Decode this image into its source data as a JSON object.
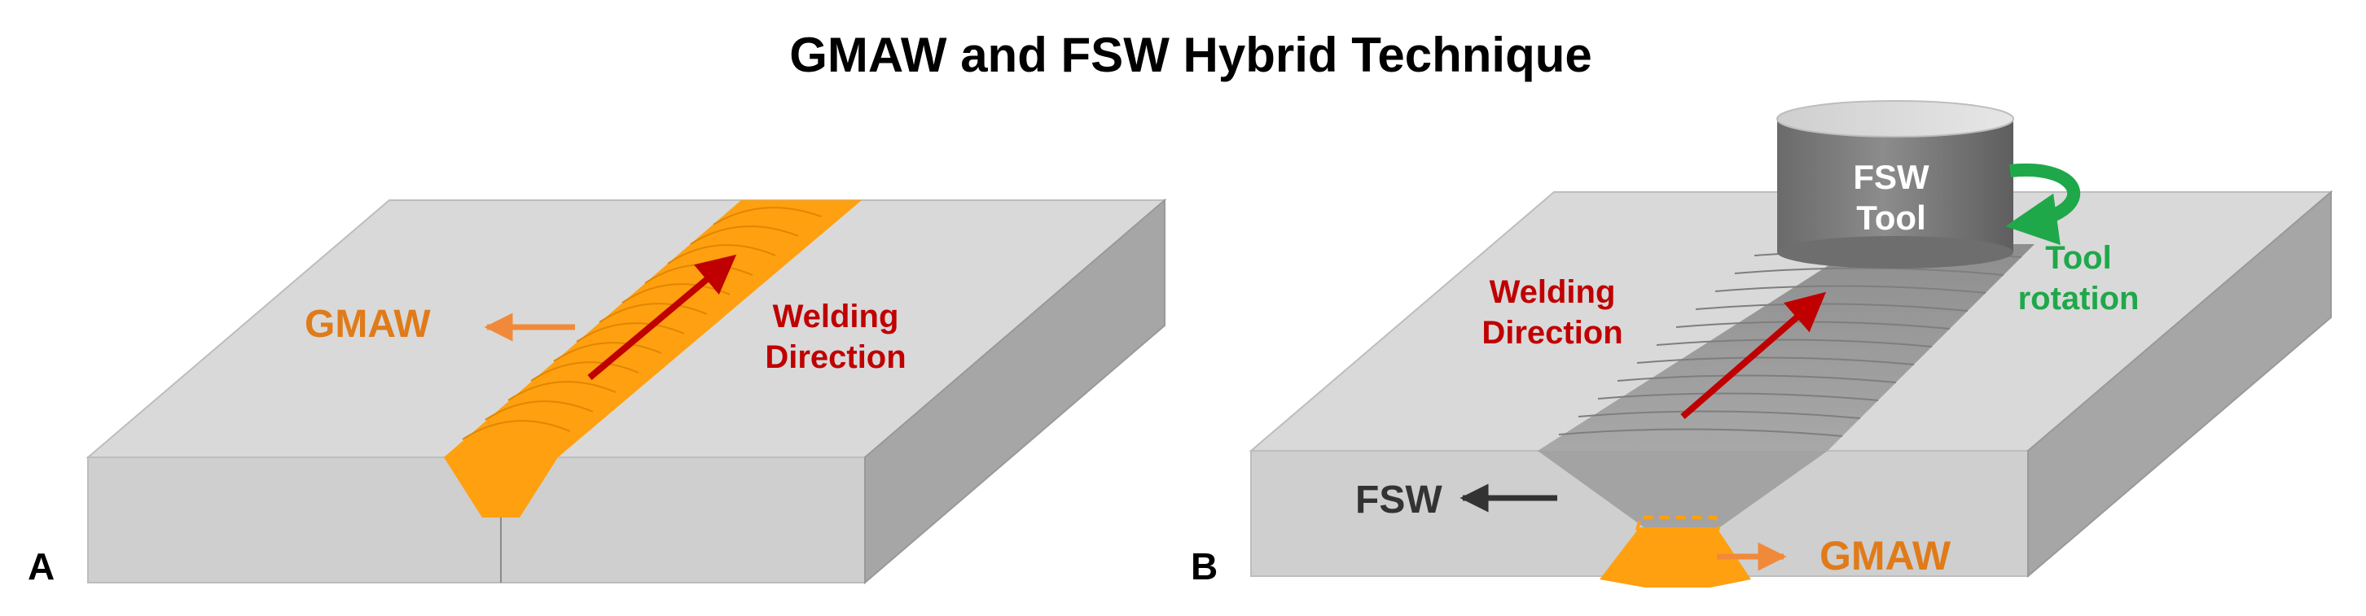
{
  "title": "GMAW and FSW Hybrid Technique",
  "panel_a": {
    "letter": "A",
    "process_label": "GMAW",
    "direction_label_line1": "Welding",
    "direction_label_line2": "Direction"
  },
  "panel_b": {
    "letter": "B",
    "tool_label_line1": "FSW",
    "tool_label_line2": "Tool",
    "rotation_label_line1": "Tool",
    "rotation_label_line2": "rotation",
    "direction_label_line1": "Welding",
    "direction_label_line2": "Direction",
    "fsw_label": "FSW",
    "gmaw_label": "GMAW"
  },
  "colors": {
    "plate_top": "#d9d9d9",
    "plate_front": "#cfcfcf",
    "plate_side": "#a6a6a6",
    "weld_orange": "#ffa010",
    "orange_text": "#e07b1a",
    "orange_arrow": "#f08a3a",
    "red": "#c00000",
    "green": "#1fa84a",
    "dark": "#333333",
    "fsw_track": "#9e9e9e",
    "tool_body": "#7a7a7a"
  }
}
